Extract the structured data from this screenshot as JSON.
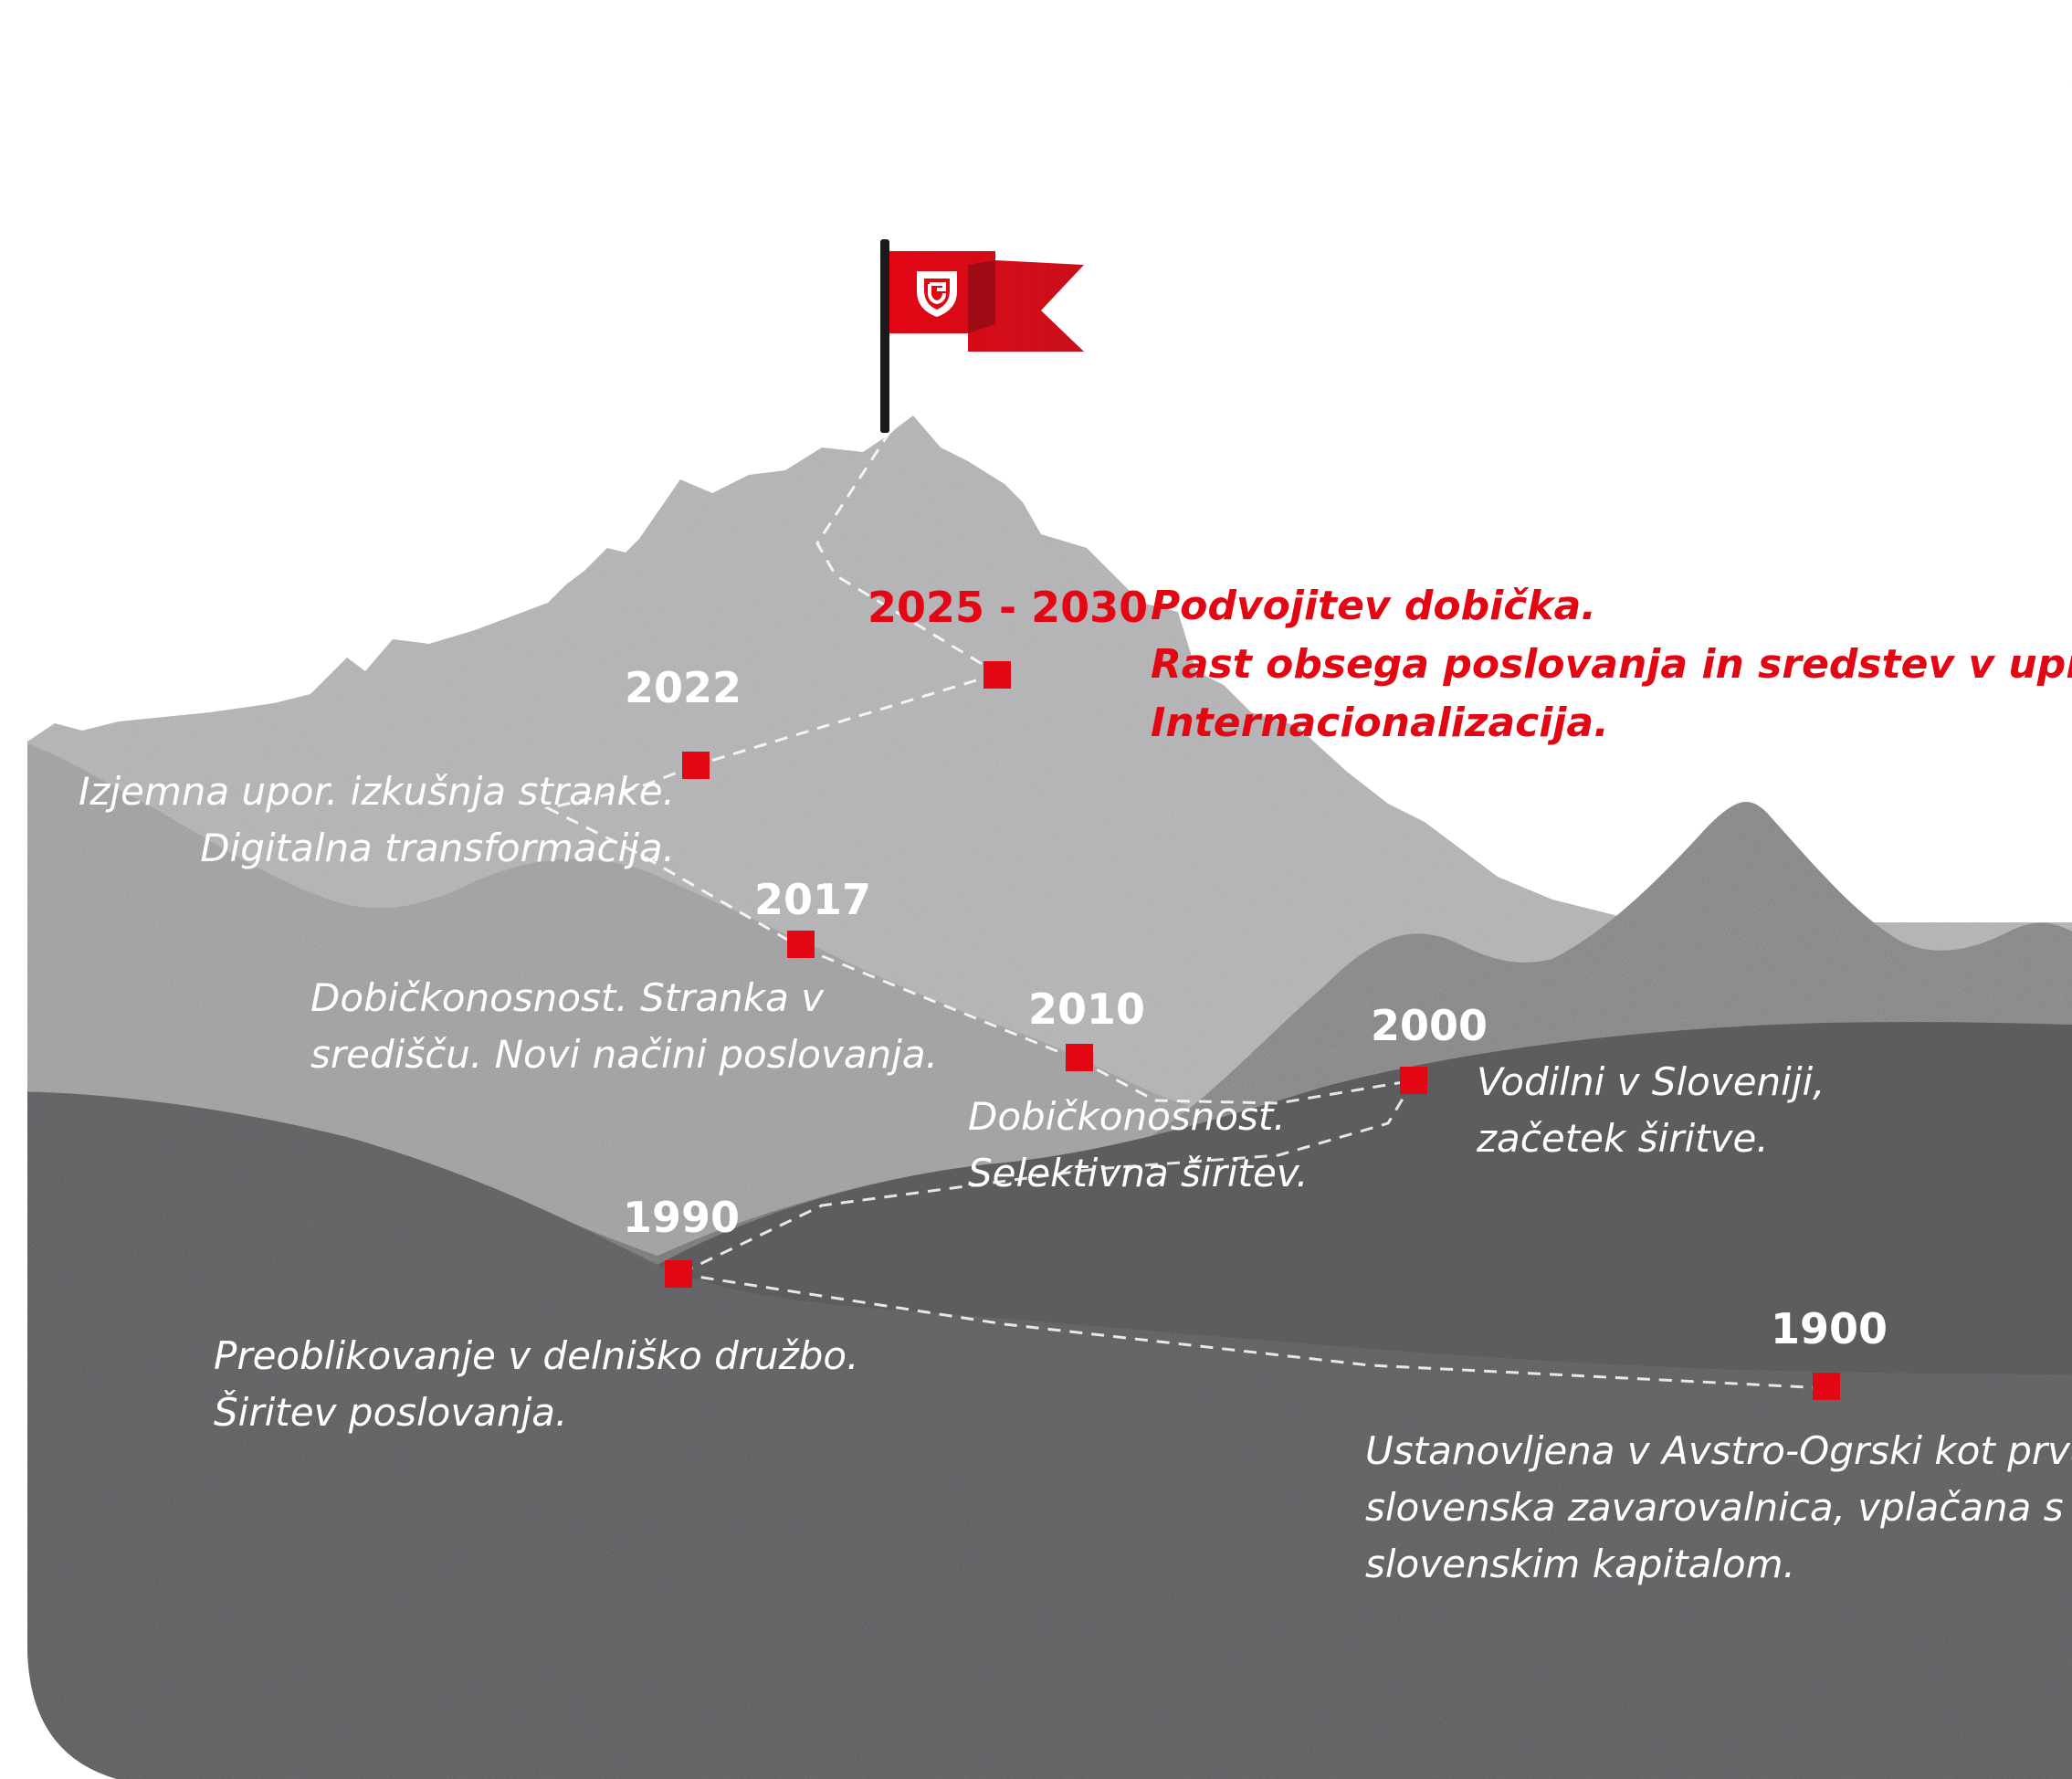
{
  "colors": {
    "accent_red": "#e30613",
    "sky": "#ffffff",
    "peak": "#a9a9ab",
    "ridge_light": "#959597",
    "ridge_mid": "#7a7a7c",
    "foreground": "#58585b",
    "text_light": "#ffffff"
  },
  "flag": {
    "icon": "shield-logo-icon"
  },
  "goal": {
    "year": "2025 - 2030",
    "lines": [
      "Podvojitev dobička.",
      "Rast obsega poslovanja in sredstev v upr.",
      "Internacionalizacija."
    ]
  },
  "milestones": [
    {
      "id": "2022",
      "year": "2022",
      "lines": [
        "Izjemna upor. izkušnja stranke.",
        "Digitalna transformacija."
      ]
    },
    {
      "id": "2017",
      "year": "2017",
      "lines": [
        "Dobičkonosnost. Stranka v",
        "središču. Novi načini poslovanja."
      ]
    },
    {
      "id": "2010",
      "year": "2010",
      "lines": [
        "Dobičkonosnost.",
        "Selektivna širitev."
      ]
    },
    {
      "id": "2000",
      "year": "2000",
      "lines": [
        "Vodilni v Sloveniji,",
        "začetek širitve."
      ]
    },
    {
      "id": "1990",
      "year": "1990",
      "lines": [
        "Preoblikovanje v delniško družbo.",
        "Širitev poslovanja."
      ]
    },
    {
      "id": "1900",
      "year": "1900",
      "lines": [
        "Ustanovljena v Avstro-Ogrski kot prva",
        "slovenska zavarovalnica, vplačana s",
        "slovenskim kapitalom."
      ]
    }
  ]
}
